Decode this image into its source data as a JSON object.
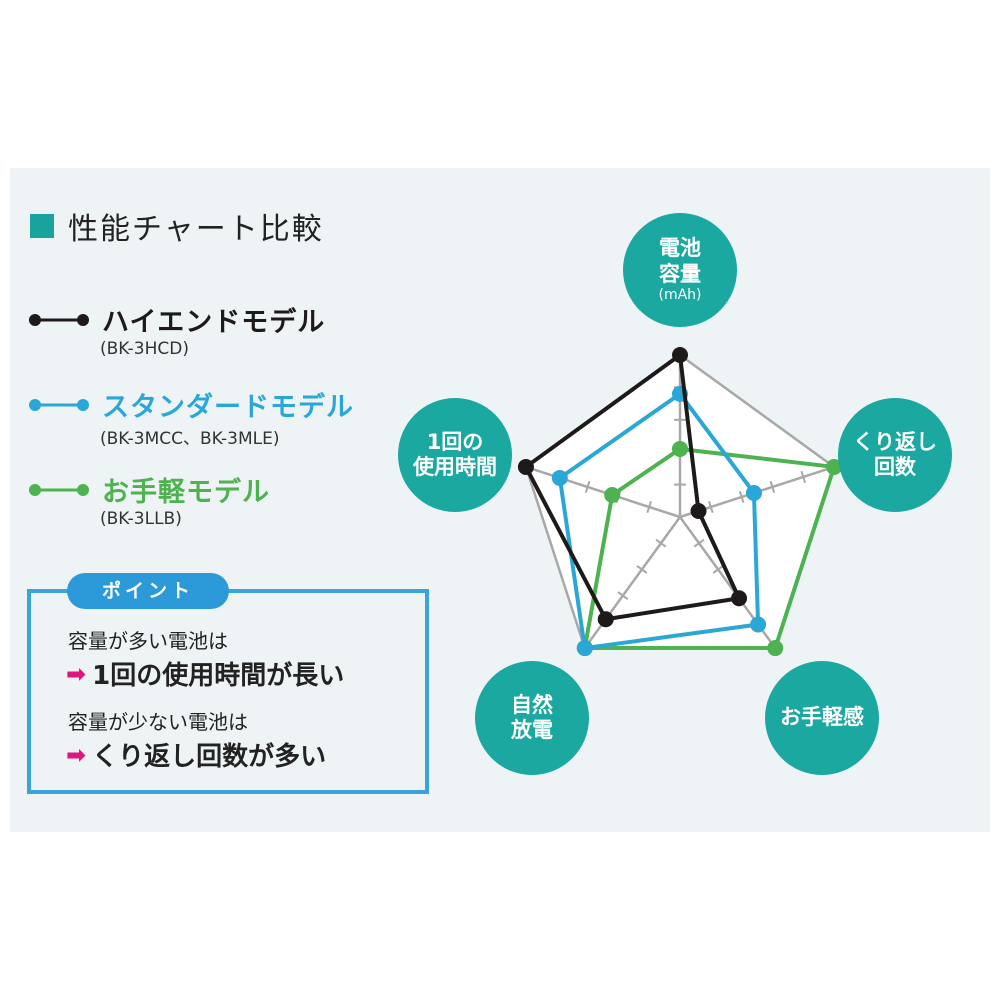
{
  "title": "性能チャート比較",
  "legend": [
    {
      "name": "ハイエンドモデル",
      "code": "(BK-3HCD)",
      "color": "#1e1a1a"
    },
    {
      "name": "スタンダードモデル",
      "code": "(BK-3MCC、BK-3MLE)",
      "color": "#2aa7d6"
    },
    {
      "name": "お手軽モデル",
      "code": "(BK-3LLB)",
      "color": "#4db24f"
    }
  ],
  "point": {
    "tab": "ポイント",
    "line1": "容量が多い電池は",
    "line2": "1回の使用時間が長い",
    "line3": "容量が少ない電池は",
    "line4": "くり返し回数が多い",
    "arrow_icon": "pink-arrow-icon"
  },
  "chart_data": {
    "type": "radar",
    "title": "性能チャート比較",
    "axes": [
      {
        "line1": "電池",
        "line2": "容量",
        "sub": "(mAh)"
      },
      {
        "line1": "くり返し",
        "line2": "回数",
        "sub": ""
      },
      {
        "line1": "お手軽感",
        "line2": "",
        "sub": ""
      },
      {
        "line1": "自然",
        "line2": "放電",
        "sub": ""
      },
      {
        "line1": "1回の",
        "line2": "使用時間",
        "sub": ""
      }
    ],
    "range": [
      0,
      5
    ],
    "ticks": 5,
    "series": [
      {
        "name": "ハイエンドモデル",
        "color": "#1e1a1a",
        "values": [
          5,
          0.6,
          3.1,
          3.9,
          5
        ]
      },
      {
        "name": "スタンダードモデル",
        "color": "#2aa7d6",
        "values": [
          3.8,
          2.4,
          4.1,
          5,
          3.9
        ]
      },
      {
        "name": "お手軽モデル",
        "color": "#4db24f",
        "values": [
          2.1,
          5,
          5,
          5,
          2.2
        ]
      }
    ],
    "grid_color": "#a8a8a8",
    "circle_color": "#1aa8a0"
  }
}
